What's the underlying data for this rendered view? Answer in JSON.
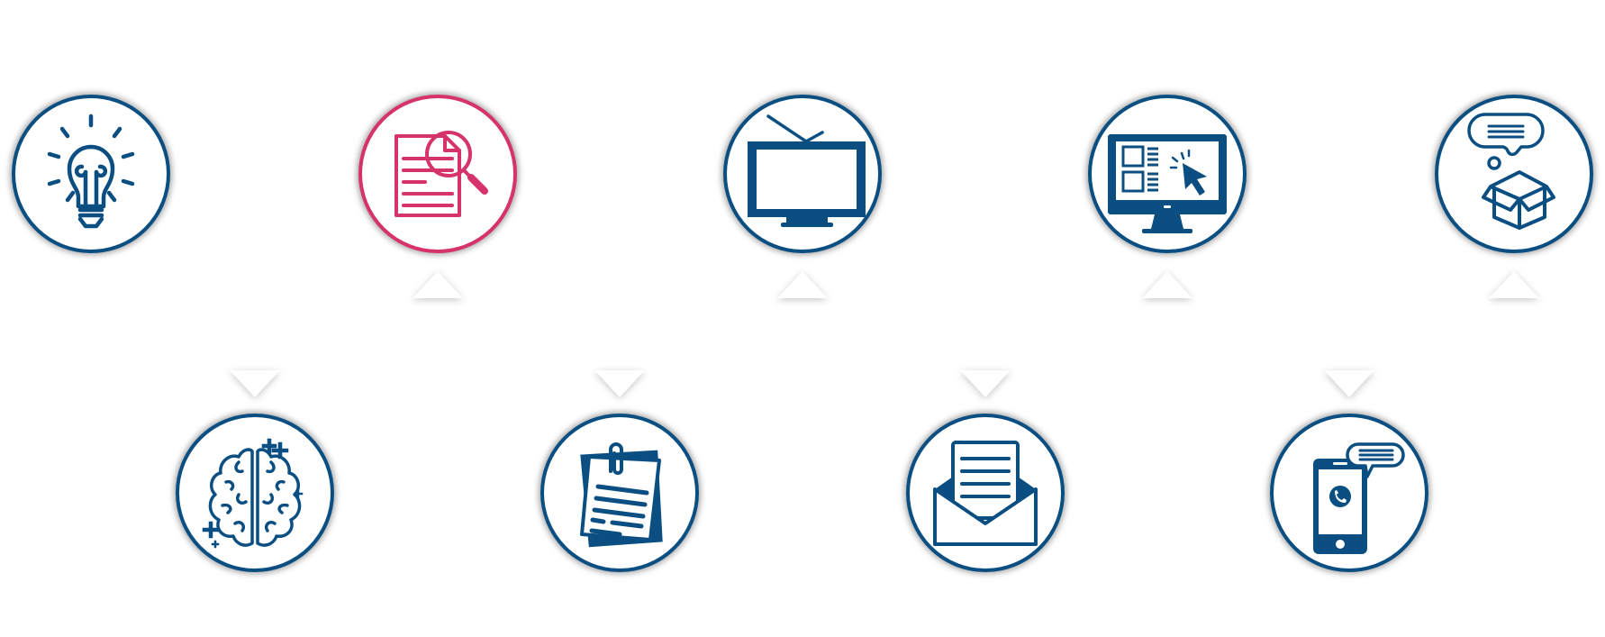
{
  "colors": {
    "primary": "#0b4f82",
    "highlight": "#d6336c",
    "background": "#ffffff",
    "connector": "#ffffff"
  },
  "diagram": {
    "layout": "zigzag-timeline",
    "steps": [
      {
        "step": 1,
        "icon": "lightbulb-icon",
        "row": "top",
        "highlighted": false,
        "connector": "none"
      },
      {
        "step": 2,
        "icon": "brain-icon",
        "row": "bottom",
        "highlighted": false,
        "connector": "down-arrow"
      },
      {
        "step": 3,
        "icon": "document-search-icon",
        "row": "top",
        "highlighted": true,
        "connector": "up-arrow"
      },
      {
        "step": 4,
        "icon": "clipped-notes-icon",
        "row": "bottom",
        "highlighted": false,
        "connector": "down-arrow"
      },
      {
        "step": 5,
        "icon": "television-icon",
        "row": "top",
        "highlighted": false,
        "connector": "up-arrow"
      },
      {
        "step": 6,
        "icon": "open-envelope-letter-icon",
        "row": "bottom",
        "highlighted": false,
        "connector": "down-arrow"
      },
      {
        "step": 7,
        "icon": "desktop-click-icon",
        "row": "top",
        "highlighted": false,
        "connector": "up-arrow"
      },
      {
        "step": 8,
        "icon": "mobile-phone-chat-icon",
        "row": "bottom",
        "highlighted": false,
        "connector": "down-arrow"
      },
      {
        "step": 9,
        "icon": "box-speech-bubble-icon",
        "row": "top",
        "highlighted": false,
        "connector": "up-arrow"
      }
    ]
  }
}
